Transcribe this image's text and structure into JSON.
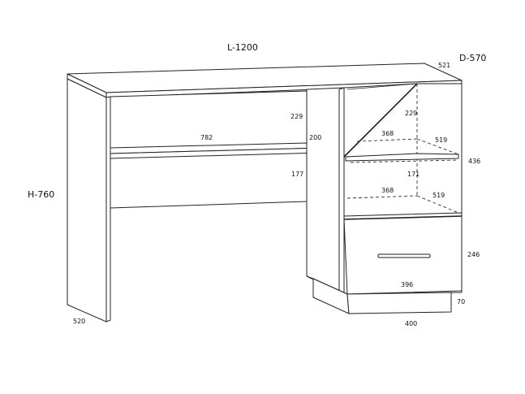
{
  "dimensions": {
    "length": "L-1200",
    "depth": "D-570",
    "height": "H-760",
    "top_depth": "521",
    "leg_depth": "520",
    "shelf_width": "782",
    "upper_opening_height": "229",
    "upper_opening_height_right": "229",
    "shelf_gap": "200",
    "lower_opening_height": "177",
    "shelf_depth_upper": "368",
    "shelf_width_upper": "519",
    "compartment_height_total": "436",
    "middle_gap": "171",
    "shelf_depth_lower": "368",
    "shelf_width_lower": "519",
    "drawer_height": "246",
    "drawer_width": "396",
    "plinth_height": "70",
    "plinth_width": "400"
  },
  "colors": {
    "line": "#222222",
    "background": "#ffffff"
  }
}
